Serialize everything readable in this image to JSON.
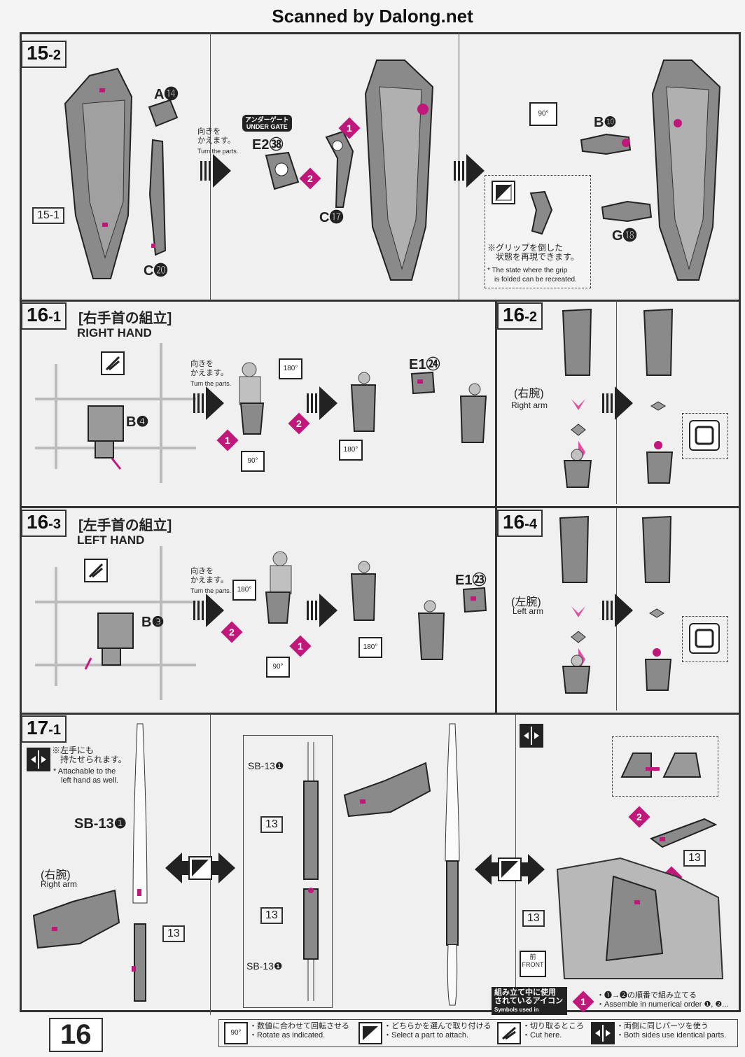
{
  "header": {
    "title": "Scanned by Dalong.net"
  },
  "steps": {
    "s15_2": {
      "label_main": "15",
      "label_sub": "-2",
      "ref_label": "15-1",
      "parts": {
        "a14": "A⓮",
        "c20": "C⓴",
        "e2_38": "E2㊳",
        "c17": "C⓱",
        "b10": "B❿",
        "g18": "G⓲"
      },
      "turn_jp": "向きを\nかえます。",
      "turn_en": "Turn the parts.",
      "gate_jp": "アンダーゲート",
      "gate_en": "UNDER GATE",
      "note_jp": "※グリップを倒した\n　状態を再現できます。",
      "note_en": "* The state where the grip\n　is folded can be recreated."
    },
    "s16_1": {
      "label_main": "16",
      "label_sub": "-1",
      "heading_jp": "[右手首の組立]",
      "heading_en": "RIGHT HAND",
      "turn_jp": "向きを\nかえます。",
      "turn_en": "Turn the parts.",
      "part_b4": "B❹",
      "part_e1": "E1㉔",
      "deg180": "180°",
      "deg90": "90°"
    },
    "s16_2": {
      "label_main": "16",
      "label_sub": "-2",
      "arm_jp": "(右腕)",
      "arm_en": "Right arm"
    },
    "s16_3": {
      "label_main": "16",
      "label_sub": "-3",
      "heading_jp": "[左手首の組立]",
      "heading_en": "LEFT HAND",
      "turn_jp": "向きを\nかえます。",
      "turn_en": "Turn the parts.",
      "part_b3": "B❸",
      "part_e1": "E1㉓",
      "deg180": "180°",
      "deg90": "90°"
    },
    "s16_4": {
      "label_main": "16",
      "label_sub": "-4",
      "arm_jp": "(左腕)",
      "arm_en": "Left arm"
    },
    "s17_1": {
      "label_main": "17",
      "label_sub": "-1",
      "note_jp": "※左手にも\n　持たせられます。",
      "note_en": "* Attachable to the\n　left hand as well.",
      "sb13": "SB-13❶",
      "num13": "13",
      "arm_jp": "(右腕)",
      "arm_en": "Right arm",
      "front_jp": "前",
      "front_en": "FRONT"
    }
  },
  "legend": {
    "heading_jp": "組み立て中に使用\nされているアイコン",
    "heading_en": "Symbols used in instructions",
    "order_jp": "・❶→❷の順番で組み立てる",
    "order_en": "・Assemble in numerical order ❶, ❷...",
    "rotate_jp": "・数値に合わせて回転させる",
    "rotate_en": "・Rotate as indicated.",
    "select_jp": "・どちらかを選んで取り付ける",
    "select_en": "・Select a part to attach.",
    "cut_jp": "・切り取るところ",
    "cut_en": "・Cut here.",
    "both_jp": "・両側に同じパーツを使う",
    "both_en": "・Both sides use identical parts.",
    "deg90": "90°"
  },
  "page_number": "16",
  "colors": {
    "accent": "#c0187a",
    "line": "#333333",
    "part_fill": "#8a8a8a"
  }
}
